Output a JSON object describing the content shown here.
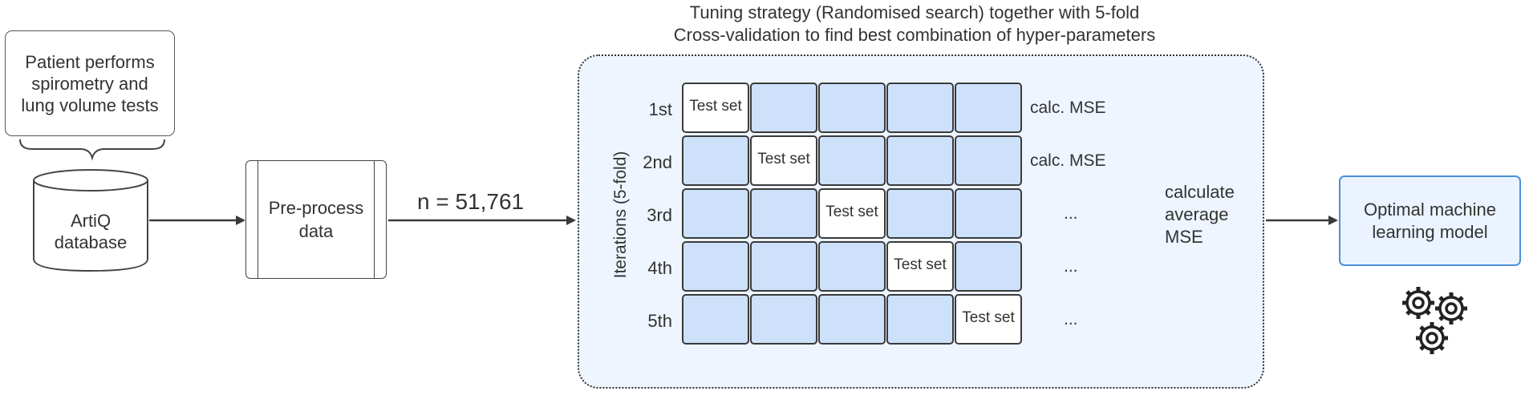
{
  "header": {
    "line1": "Tuning strategy (Randomised search) together with 5-fold",
    "line2": "Cross-validation to find best combination of hyper-parameters"
  },
  "patient": {
    "label": "Patient performs spirometry and lung volume tests"
  },
  "database": {
    "line1": "ArtiQ",
    "line2": "database"
  },
  "preprocess": {
    "line1": "Pre-process",
    "line2": "data"
  },
  "sample_size": "n = 51,761",
  "cv": {
    "axis_label": "Iterations (5-fold)",
    "iterations": [
      "1st",
      "2nd",
      "3rd",
      "4th",
      "5th"
    ],
    "test_label": "Test set",
    "results": [
      "calc. MSE",
      "calc. MSE",
      "...",
      "...",
      "..."
    ],
    "summary": [
      "calculate",
      "average",
      "MSE"
    ]
  },
  "output": {
    "line1": "Optimal machine",
    "line2": "learning model",
    "icon": "gears-icon"
  },
  "colors": {
    "fold_fill": "#cde1fb",
    "panel_bg": "#eef5ff",
    "accent_border": "#4a90d9"
  }
}
